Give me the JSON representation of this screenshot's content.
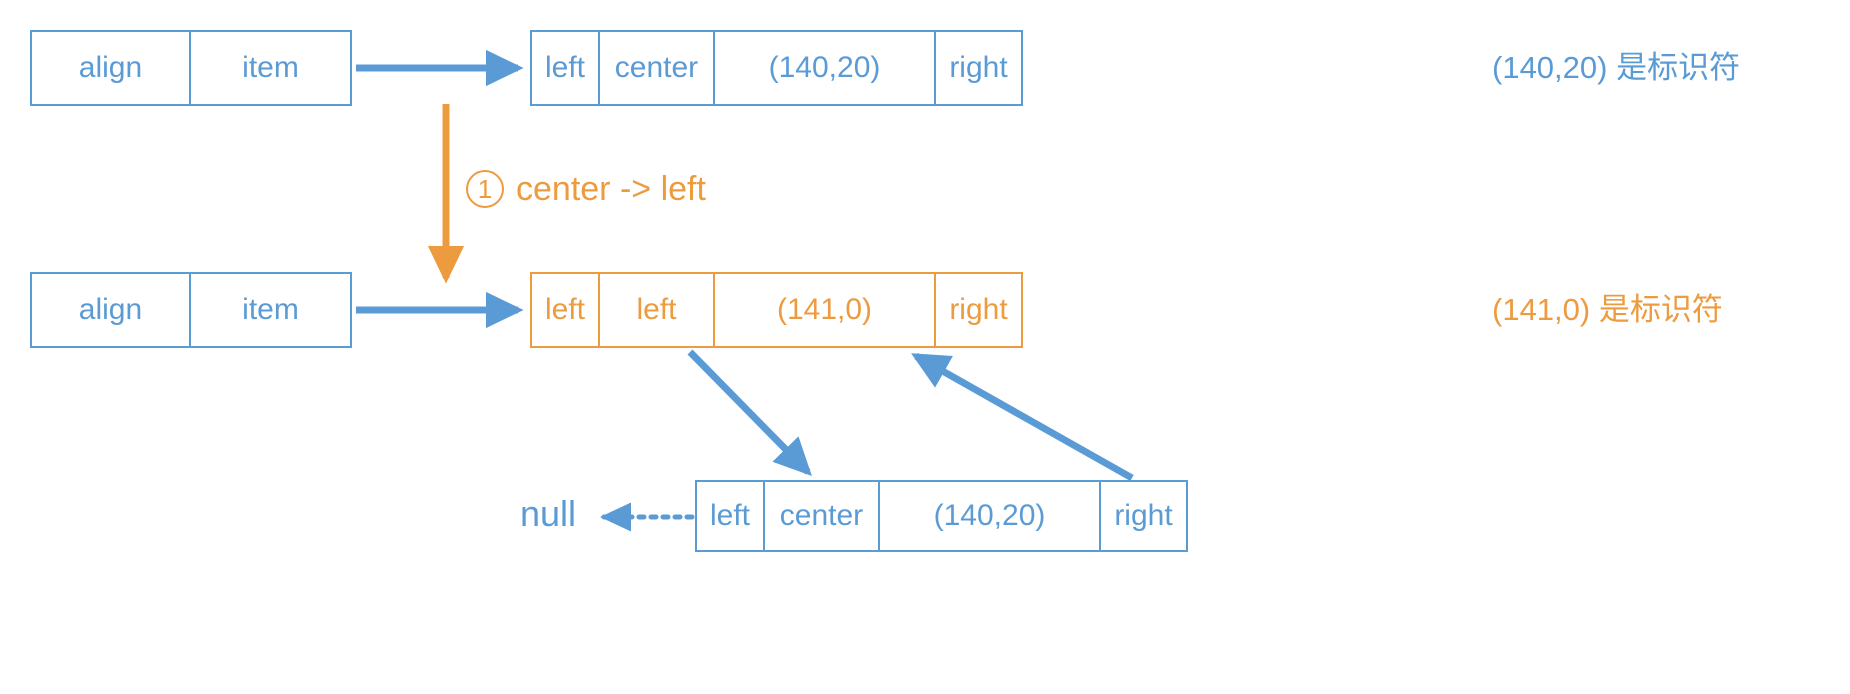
{
  "colors": {
    "blue": "#5B9BD5",
    "orange": "#ED9B3F",
    "background": "#FFFFFF"
  },
  "rows": [
    {
      "id": "row-1",
      "color": "blue",
      "left_node": {
        "cells": [
          {
            "label": "align"
          },
          {
            "label": "item"
          }
        ]
      },
      "right_node": {
        "cells": [
          {
            "label": "left"
          },
          {
            "label": "center"
          },
          {
            "label": "(140,20)"
          },
          {
            "label": "right"
          }
        ]
      },
      "note": "(140,20) 是标识符"
    },
    {
      "id": "row-2",
      "color": "orange",
      "left_node": {
        "cells": [
          {
            "label": "align"
          },
          {
            "label": "item"
          }
        ]
      },
      "right_node": {
        "cells": [
          {
            "label": "left"
          },
          {
            "label": "left"
          },
          {
            "label": "(141,0)"
          },
          {
            "label": "right"
          }
        ]
      },
      "note": "(141,0) 是标识符"
    }
  ],
  "bottom_node": {
    "id": "row-3",
    "color": "blue",
    "cells": [
      {
        "label": "left"
      },
      {
        "label": "center"
      },
      {
        "label": "(140,20)"
      },
      {
        "label": "right"
      }
    ],
    "null_label": "null"
  },
  "step": {
    "marker": "1",
    "text": "center -> left"
  },
  "icons": {
    "arrow_right": "arrow-right-icon",
    "arrow_down": "arrow-down-icon",
    "arrow_diagonal_down": "arrow-diagonal-down-icon",
    "arrow_diagonal_up": "arrow-diagonal-up-icon",
    "arrow_dotted_left": "arrow-dotted-left-icon"
  }
}
